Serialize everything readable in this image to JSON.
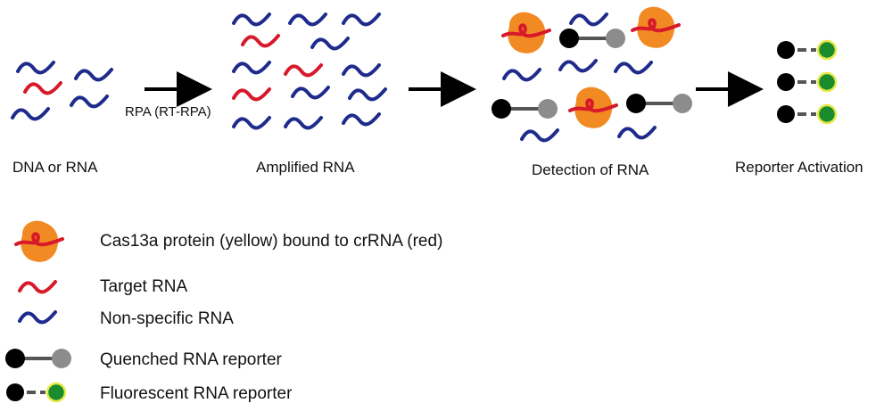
{
  "colors": {
    "target_rna": "#d7192a",
    "nonspecific_rna": "#1e2b8c",
    "cas13a_protein": "#f28a23",
    "quencher": "#000000",
    "quenched_fluorophore": "#8c8c8c",
    "active_fluorophore": "#1a8c2e",
    "active_fluorophore_ring": "#e8e84a",
    "arrow": "#000000"
  },
  "stages": {
    "input": "DNA or RNA",
    "amplified": "Amplified RNA",
    "detection": "Detection of RNA",
    "reporter": "Reporter Activation"
  },
  "arrows": {
    "first_step_label": "RPA (RT-RPA)"
  },
  "legend": {
    "items": [
      {
        "icon": "cas13a-crrna-icon",
        "label": "Cas13a protein (yellow) bound to crRNA (red)"
      },
      {
        "icon": "target-rna-icon",
        "label": "Target RNA"
      },
      {
        "icon": "nonspecific-rna-icon",
        "label": "Non-specific RNA"
      },
      {
        "icon": "quenched-reporter-icon",
        "label": "Quenched RNA reporter"
      },
      {
        "icon": "fluorescent-reporter-icon",
        "label": "Fluorescent RNA reporter"
      }
    ]
  }
}
